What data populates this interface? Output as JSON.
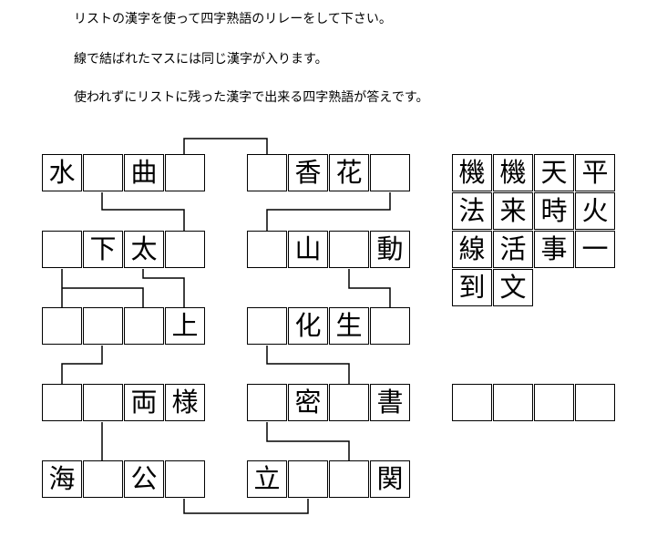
{
  "instructions": [
    "リストの漢字を使って四字熟語のリレーをして下さい。",
    "線で結ばれたマスには同じ漢字が入ります。",
    "使われずにリストに残った漢字で出来る四字熟語が答えです。"
  ],
  "left_column": [
    [
      "水",
      "",
      "曲",
      ""
    ],
    [
      "",
      "下",
      "太",
      ""
    ],
    [
      "",
      "",
      "",
      "上"
    ],
    [
      "",
      "",
      "両",
      "様"
    ],
    [
      "海",
      "",
      "公",
      ""
    ]
  ],
  "right_column": [
    [
      "",
      "香",
      "花",
      ""
    ],
    [
      "",
      "山",
      "",
      "動"
    ],
    [
      "",
      "化",
      "生",
      ""
    ],
    [
      "",
      "密",
      "",
      "書"
    ],
    [
      "立",
      "",
      "",
      "関"
    ]
  ],
  "kanji_list": [
    [
      "機",
      "機",
      "天",
      "平"
    ],
    [
      "法",
      "来",
      "時",
      "火"
    ],
    [
      "線",
      "活",
      "事",
      "一"
    ],
    [
      "到",
      "文"
    ]
  ],
  "answer_cells": [
    "",
    "",
    "",
    ""
  ]
}
